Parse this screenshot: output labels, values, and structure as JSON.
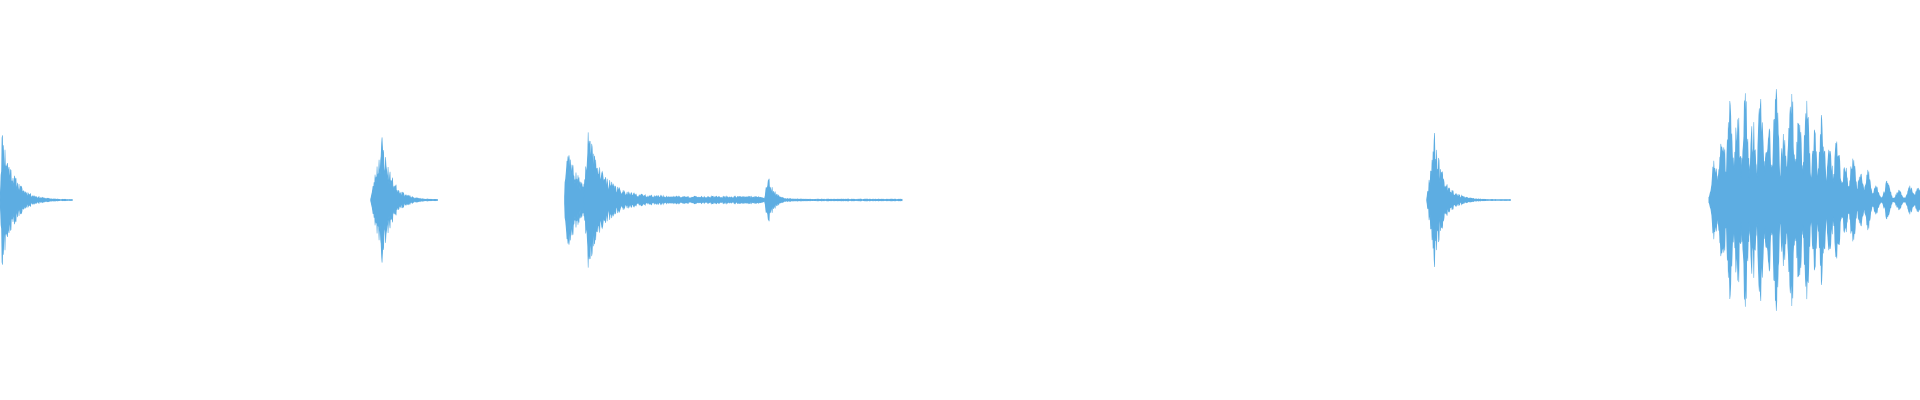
{
  "waveform": {
    "color": "#5DADE2",
    "background": "#FFFFFF",
    "bursts": [
      {
        "id": "burst-1",
        "start": 0.0,
        "end": 0.038,
        "attack": 0.001,
        "peak": 0.58,
        "decay": 0.006,
        "floor": 0.01,
        "tail": 0.004,
        "seed": 11
      },
      {
        "id": "burst-2",
        "start": 0.193,
        "end": 0.228,
        "attack": 0.006,
        "peak": 0.52,
        "decay": 0.005,
        "floor": 0.01,
        "tail": 0.004,
        "seed": 23
      },
      {
        "id": "burst-3a",
        "start": 0.294,
        "end": 0.305,
        "attack": 0.001,
        "peak": 0.53,
        "decay": 0.005,
        "floor": 0.05,
        "tail": 0.05,
        "seed": 37
      },
      {
        "id": "burst-3b",
        "start": 0.304,
        "end": 0.398,
        "attack": 0.002,
        "peak": 0.57,
        "decay": 0.008,
        "floor": 0.03,
        "tail": 0.03,
        "seed": 41
      },
      {
        "id": "burst-3c",
        "start": 0.398,
        "end": 0.47,
        "attack": 0.002,
        "peak": 0.22,
        "decay": 0.003,
        "floor": 0.01,
        "tail": 0.008,
        "seed": 53
      },
      {
        "id": "burst-4",
        "start": 0.743,
        "end": 0.787,
        "attack": 0.004,
        "peak": 0.55,
        "decay": 0.005,
        "floor": 0.01,
        "tail": 0.004,
        "seed": 67
      }
    ],
    "sustained": {
      "id": "burst-5",
      "start": 0.89,
      "end": 1.0,
      "peaks": [
        [
          0.893,
          0.35
        ],
        [
          0.897,
          0.7
        ],
        [
          0.901,
          0.82
        ],
        [
          0.905,
          0.74
        ],
        [
          0.909,
          0.9
        ],
        [
          0.913,
          0.65
        ],
        [
          0.917,
          0.84
        ],
        [
          0.921,
          0.66
        ],
        [
          0.925,
          0.9
        ],
        [
          0.929,
          0.6
        ],
        [
          0.933,
          0.93
        ],
        [
          0.937,
          0.7
        ],
        [
          0.941,
          0.82
        ],
        [
          0.945,
          0.55
        ],
        [
          0.949,
          0.7
        ],
        [
          0.953,
          0.44
        ],
        [
          0.957,
          0.55
        ],
        [
          0.961,
          0.3
        ],
        [
          0.965,
          0.36
        ],
        [
          0.969,
          0.22
        ],
        [
          0.973,
          0.24
        ],
        [
          0.977,
          0.12
        ],
        [
          0.983,
          0.16
        ],
        [
          0.989,
          0.08
        ],
        [
          0.995,
          0.12
        ],
        [
          0.999,
          0.1
        ]
      ]
    }
  }
}
